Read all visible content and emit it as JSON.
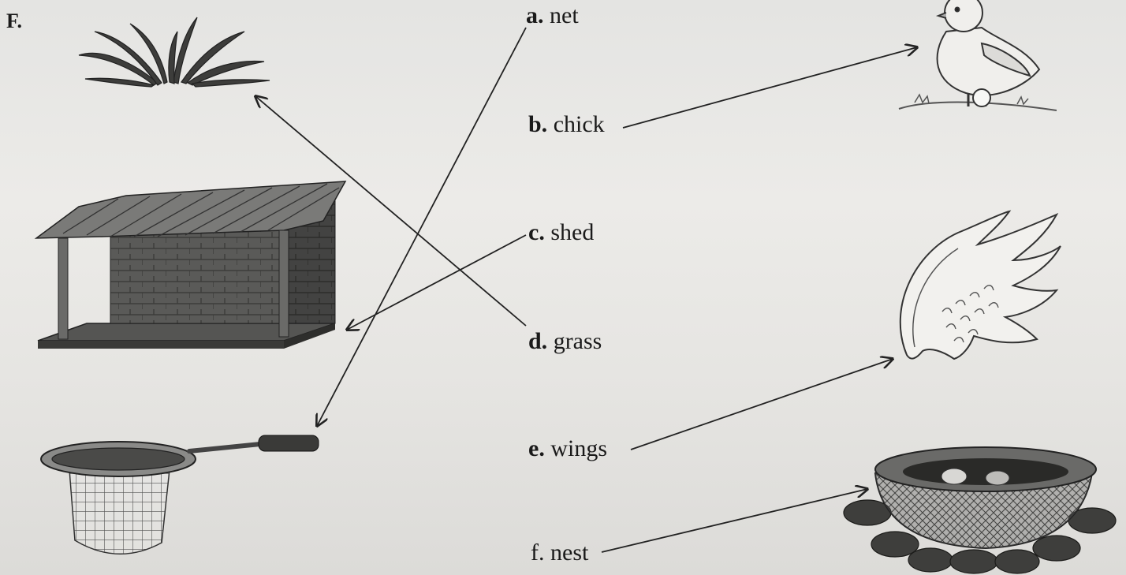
{
  "exercise": {
    "label": "F."
  },
  "items": [
    {
      "letter": "a.",
      "word": "net"
    },
    {
      "letter": "b.",
      "word": "chick"
    },
    {
      "letter": "c.",
      "word": "shed"
    },
    {
      "letter": "d.",
      "word": "grass"
    },
    {
      "letter": "e.",
      "word": "wings"
    },
    {
      "letter": "f.",
      "word": "nest"
    }
  ],
  "pictures_left": [
    "grass-picture",
    "shed-picture",
    "net-picture"
  ],
  "pictures_right": [
    "chick-picture",
    "wings-picture",
    "nest-picture"
  ],
  "matches": [
    {
      "from": "a",
      "to": "net"
    },
    {
      "from": "b",
      "to": "chick"
    },
    {
      "from": "c",
      "to": "shed"
    },
    {
      "from": "d",
      "to": "grass"
    },
    {
      "from": "e",
      "to": "wings"
    },
    {
      "from": "f",
      "to": "nest"
    }
  ],
  "colors": {
    "ink": "#1a1a1a",
    "paper": "#e8e7e4"
  }
}
